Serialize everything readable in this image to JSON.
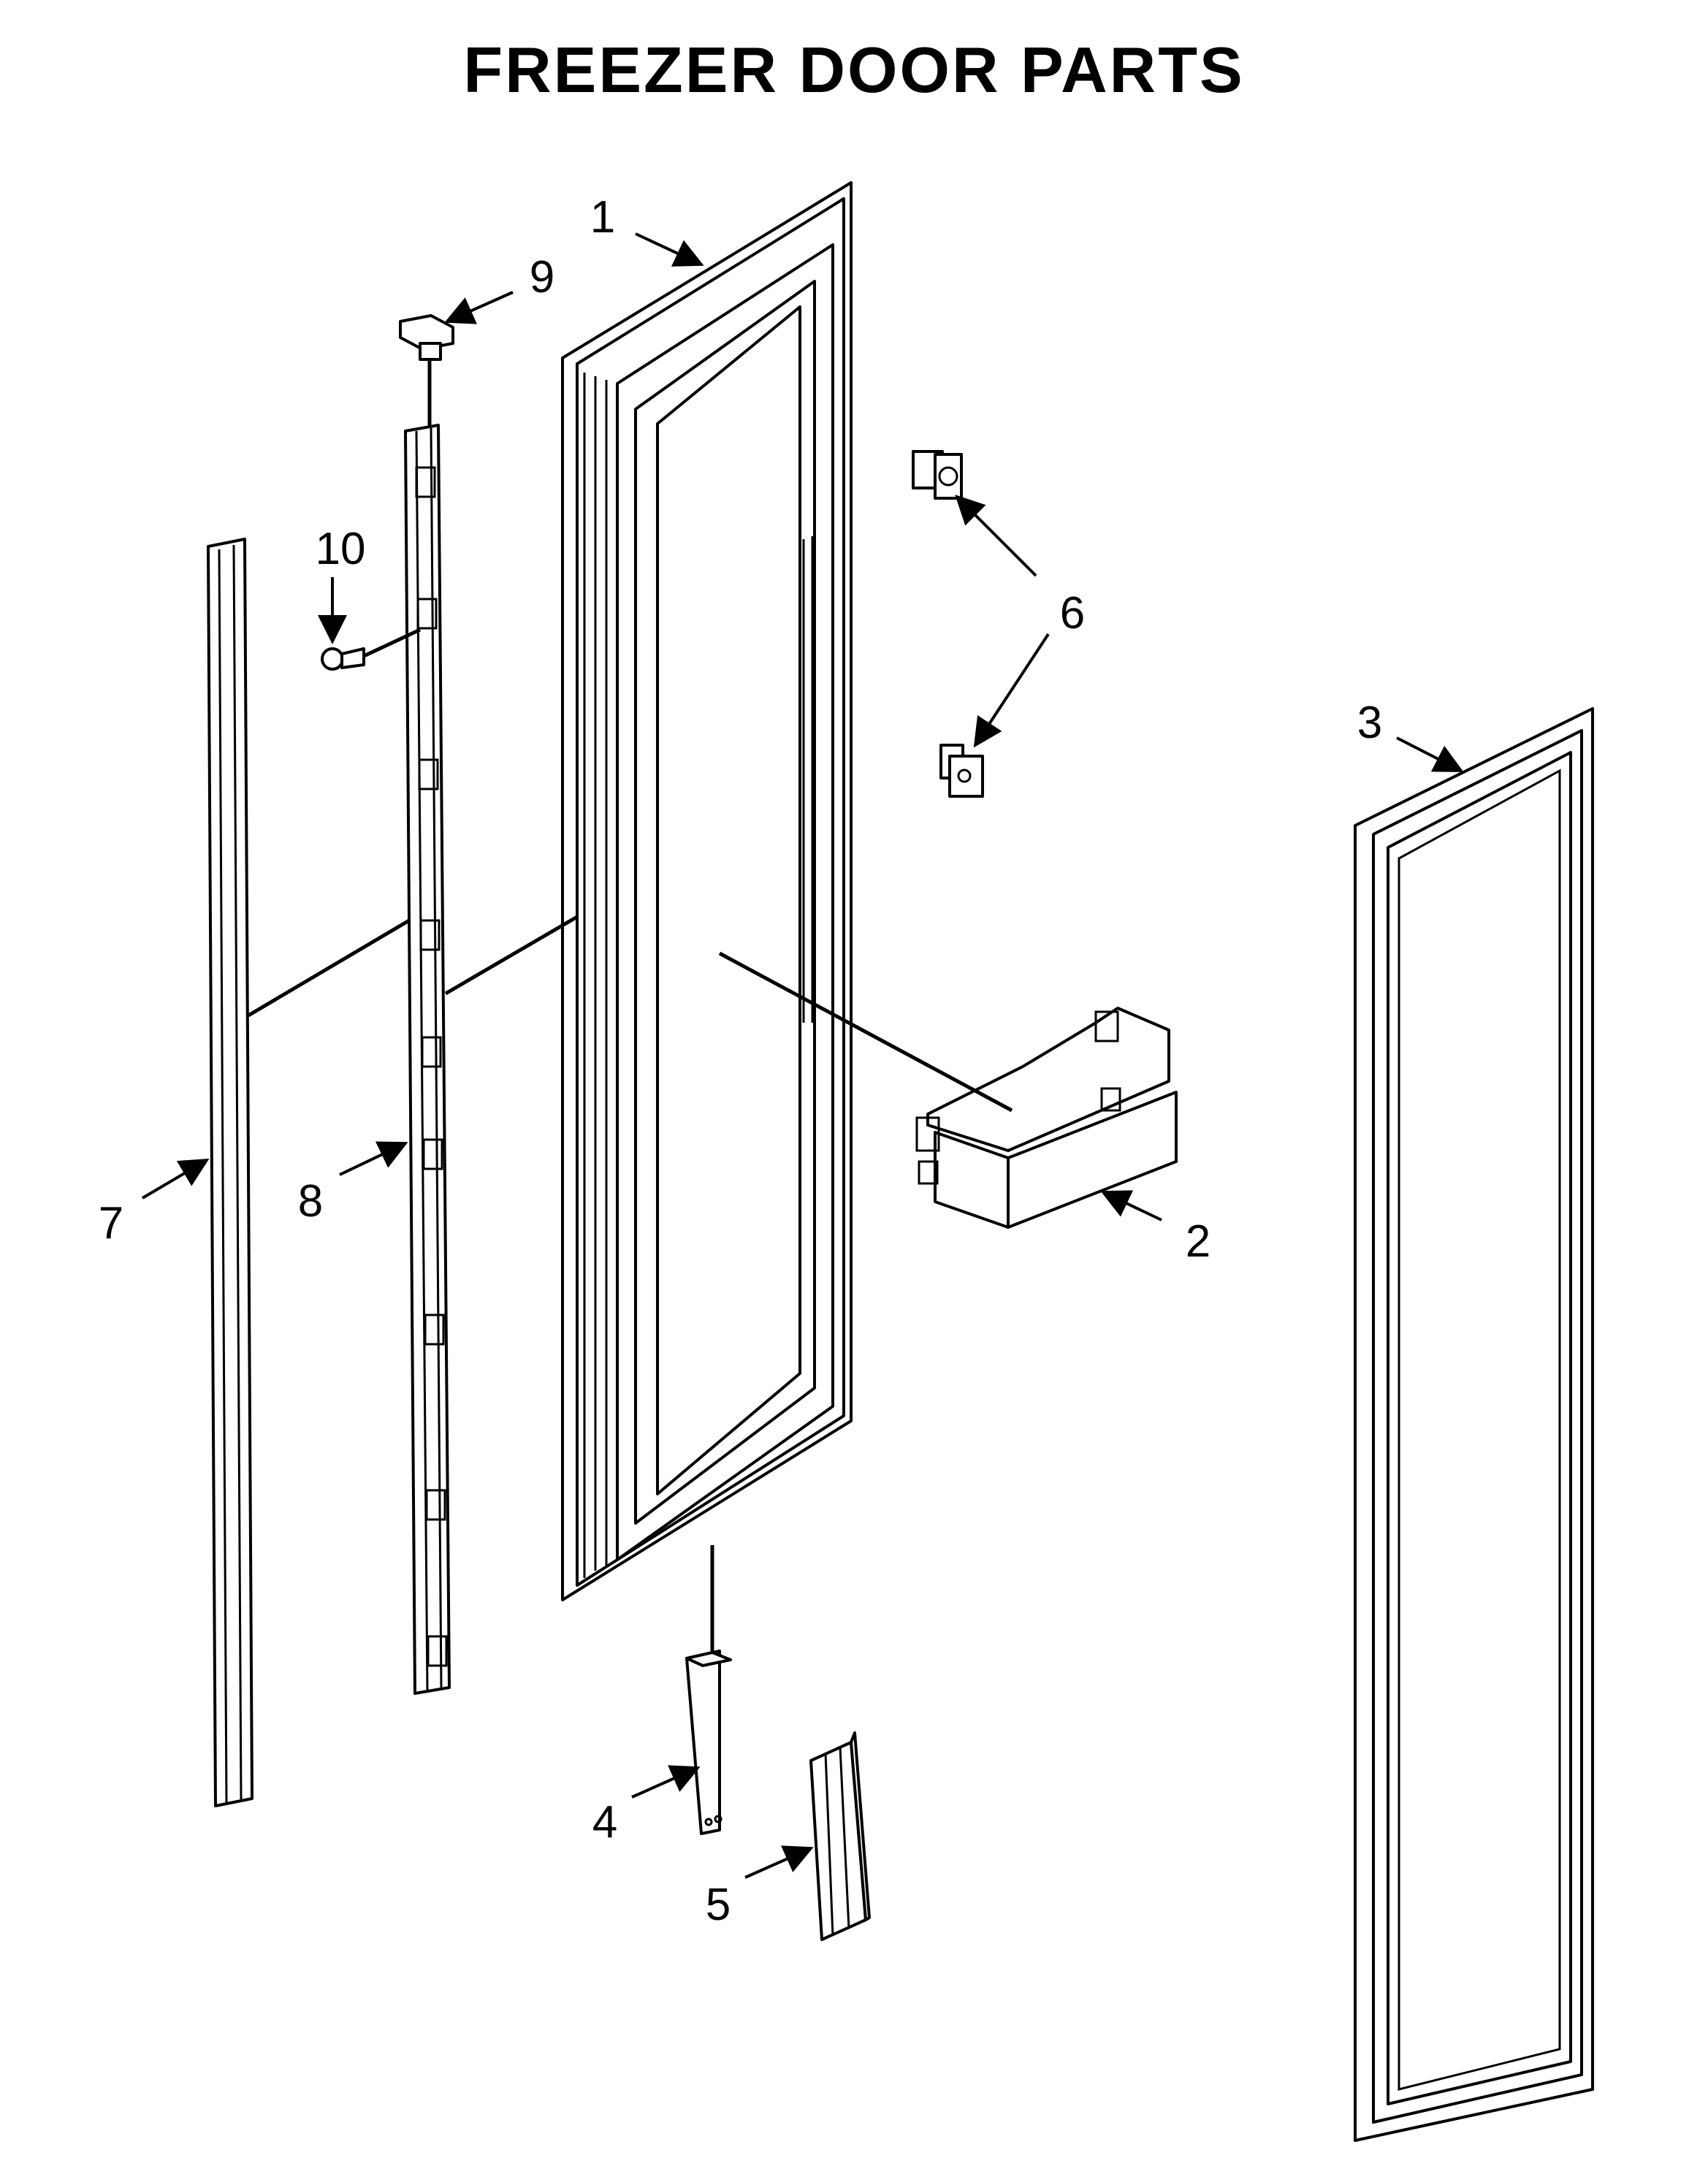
{
  "title": "FREEZER DOOR PARTS",
  "callouts": [
    {
      "id": "1",
      "label": "1"
    },
    {
      "id": "2",
      "label": "2"
    },
    {
      "id": "3",
      "label": "3"
    },
    {
      "id": "4",
      "label": "4"
    },
    {
      "id": "5",
      "label": "5"
    },
    {
      "id": "6",
      "label": "6"
    },
    {
      "id": "7",
      "label": "7"
    },
    {
      "id": "8",
      "label": "8"
    },
    {
      "id": "9",
      "label": "9"
    },
    {
      "id": "10",
      "label": "10"
    }
  ]
}
